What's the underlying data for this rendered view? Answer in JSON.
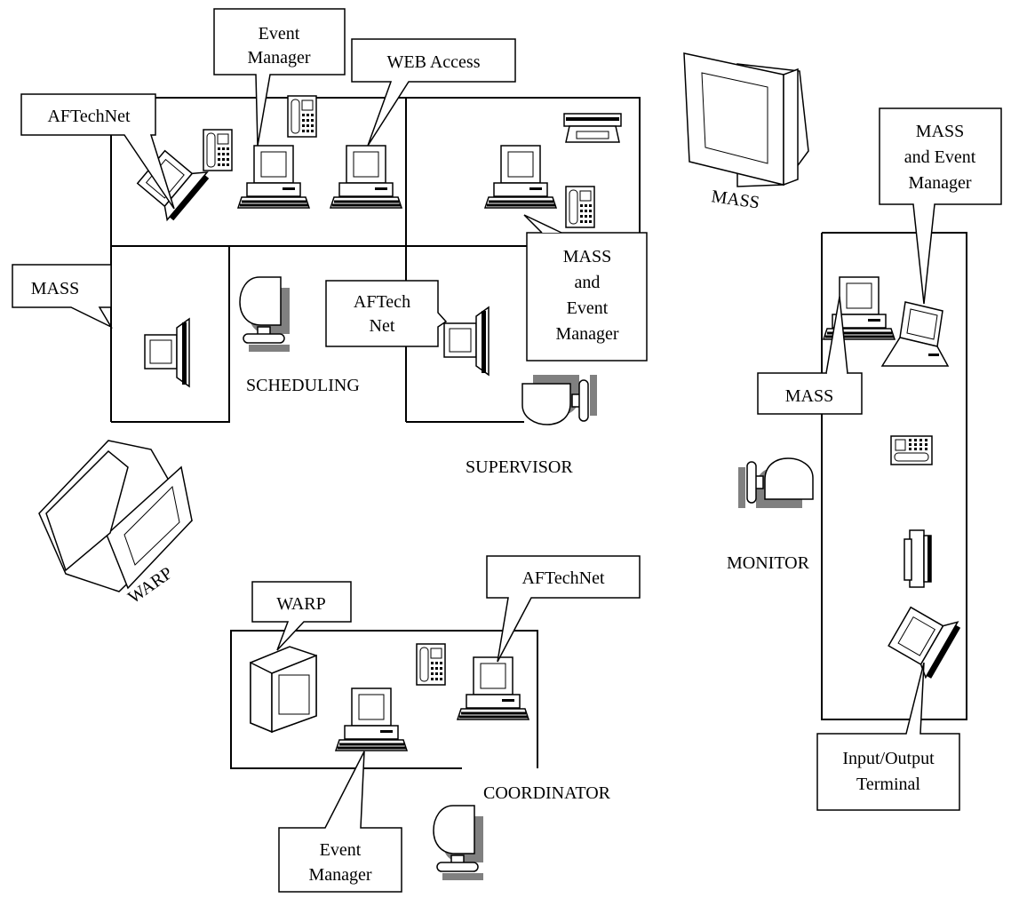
{
  "callouts": {
    "event_manager_top": "Event\nManager",
    "web_access": "WEB Access",
    "aftechnet_top_left": "AFTechNet",
    "mass_left": "MASS",
    "aftech_net_mid": "AFTech\nNet",
    "mass_event_manager_mid": "MASS\nand\nEvent\nManager",
    "mass_event_manager_right": "MASS\nand Event\nManager",
    "mass_right": "MASS",
    "warp_bottom": "WARP",
    "aftechnet_bottom": "AFTechNet",
    "event_manager_bottom": "Event\nManager",
    "input_output_terminal": "Input/Output\nTerminal"
  },
  "room_labels": {
    "scheduling": "SCHEDULING",
    "supervisor": "SUPERVISOR",
    "monitor": "MONITOR",
    "coordinator": "COORDINATOR"
  },
  "wall_screen_labels": {
    "mass_screen": "MASS",
    "warp_screen": "WARP"
  }
}
